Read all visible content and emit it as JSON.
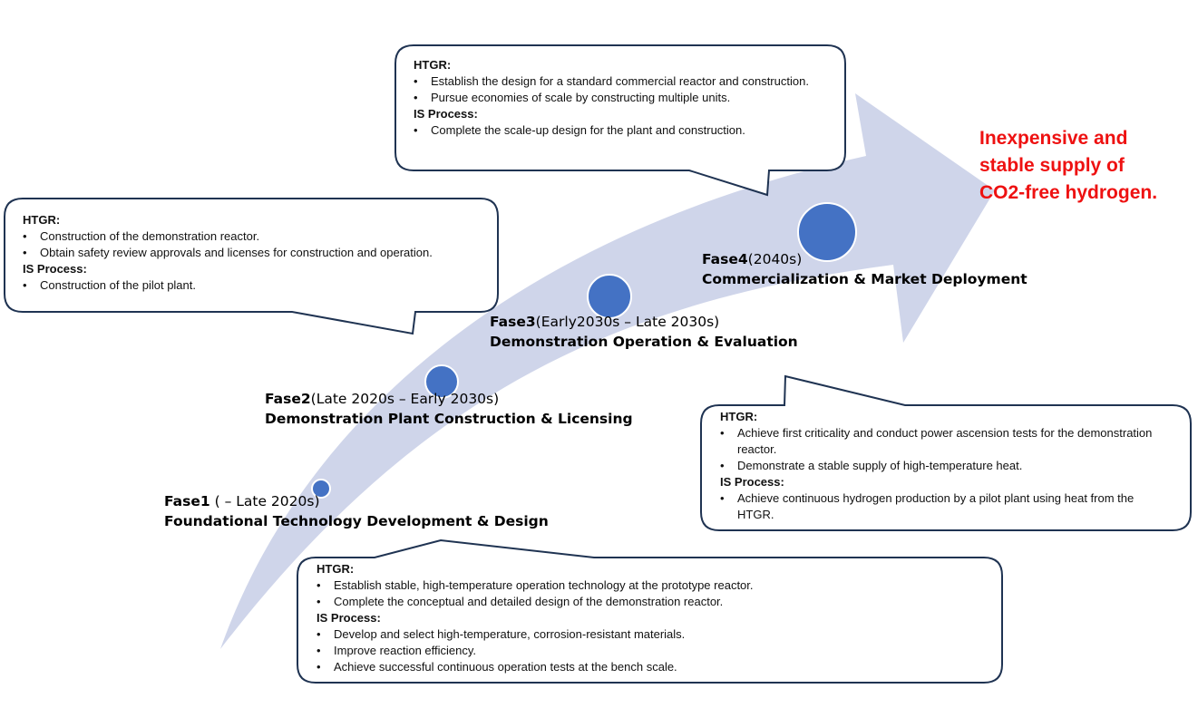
{
  "colors": {
    "arrow": "#cfd5ea",
    "milestone": "#4472c4",
    "callout_border": "#1f3352",
    "goal": "#ee1111"
  },
  "goal": {
    "lines": [
      "Inexpensive and",
      "stable supply of",
      "CO2-free hydrogen."
    ]
  },
  "phases": [
    {
      "name": "Fase1",
      "period": " ( – Late 2020s)",
      "title": "Foundational Technology Development & Design"
    },
    {
      "name": "Fase2",
      "period": "(Late 2020s – Early 2030s)",
      "title": "Demonstration Plant Construction & Licensing"
    },
    {
      "name": "Fase3",
      "period": "(Early2030s – Late 2030s)",
      "title": "Demonstration Operation & Evaluation"
    },
    {
      "name": "Fase4",
      "period": "(2040s)",
      "title": "Commercialization & Market Deployment"
    }
  ],
  "callouts": {
    "fase1": {
      "htgr_label": "HTGR:",
      "htgr_items": [
        "Establish stable, high-temperature operation technology at the prototype reactor.",
        "Complete the conceptual and detailed design of the demonstration reactor."
      ],
      "is_label": "IS Process:",
      "is_items": [
        "Develop and select high-temperature, corrosion-resistant materials.",
        "Improve reaction efficiency.",
        "Achieve successful continuous operation tests at the bench scale."
      ]
    },
    "fase2": {
      "htgr_label": "HTGR:",
      "htgr_items": [
        "Construction of the demonstration reactor.",
        "Obtain safety review approvals and licenses for construction and operation."
      ],
      "is_label": "IS Process:",
      "is_items": [
        "Construction of the pilot plant."
      ]
    },
    "fase3": {
      "htgr_label": "HTGR:",
      "htgr_items": [
        "Achieve first criticality and conduct power ascension tests for the demonstration reactor.",
        "Demonstrate a stable supply of high-temperature heat."
      ],
      "is_label": "IS Process:",
      "is_items": [
        "Achieve continuous hydrogen production by a pilot plant using heat from the HTGR."
      ]
    },
    "fase4": {
      "htgr_label": "HTGR:",
      "htgr_items": [
        "Establish the design for a standard commercial reactor and construction.",
        "Pursue economies of scale by constructing multiple units."
      ],
      "is_label": "IS Process:",
      "is_items": [
        "Complete the scale-up design for the plant and construction."
      ]
    }
  }
}
